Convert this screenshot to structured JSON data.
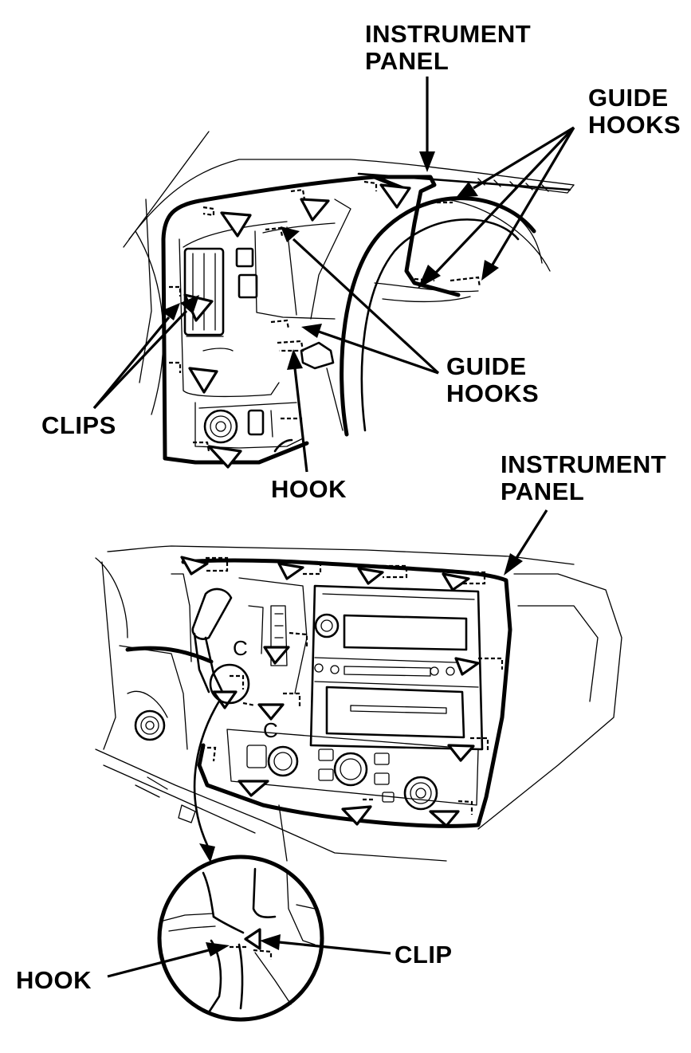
{
  "labels": {
    "top_instrument_panel": [
      "INSTRUMENT",
      "PANEL"
    ],
    "top_guide_hooks_upper": [
      "GUIDE",
      "HOOKS"
    ],
    "top_guide_hooks_lower": [
      "GUIDE",
      "HOOKS"
    ],
    "top_clips": "CLIPS",
    "top_hook": "HOOK",
    "bottom_instrument_panel": [
      "INSTRUMENT",
      "PANEL"
    ],
    "callout_c_upper": "C",
    "callout_c_lower": "C",
    "detail_clip": "CLIP",
    "detail_hook": "HOOK"
  }
}
